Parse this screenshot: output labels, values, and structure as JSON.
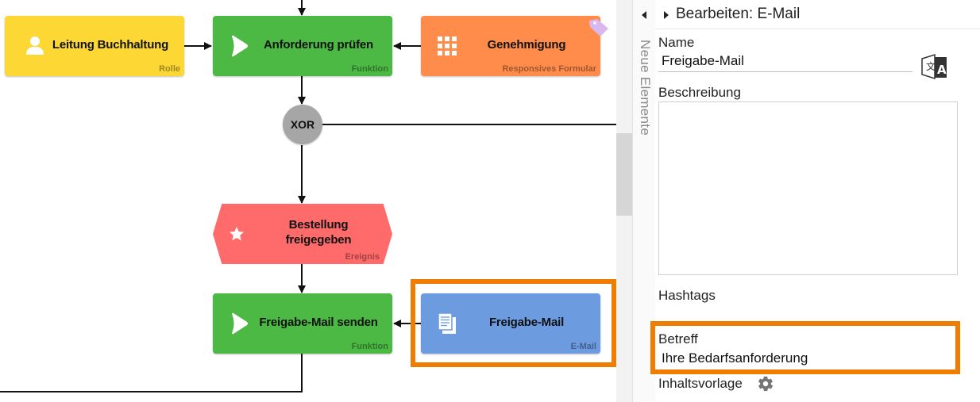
{
  "canvas": {
    "nodes": {
      "role": {
        "label": "Leitung Buchhaltung",
        "type": "Rolle",
        "icon": "person-icon",
        "color": "#fdd835"
      },
      "check": {
        "label": "Anforderung prüfen",
        "type": "Funktion",
        "icon": "play-icon",
        "color": "#4cb944"
      },
      "approval": {
        "label": "Genehmigung",
        "type": "Responsives Formular",
        "icon": "grid-icon",
        "color": "#ff8c4b"
      },
      "xor": {
        "label": "XOR",
        "color": "#a6a6a6"
      },
      "event": {
        "label_line1": "Bestellung",
        "label_line2": "freigegeben",
        "type": "Ereignis",
        "icon": "star-icon",
        "color": "#ff6b6b"
      },
      "send": {
        "label": "Freigabe-Mail senden",
        "type": "Funktion",
        "icon": "play-icon",
        "color": "#4cb944"
      },
      "email": {
        "label": "Freigabe-Mail",
        "type": "E-Mail",
        "icon": "document-icon",
        "color": "#6c9be0"
      }
    },
    "highlight_color": "#ef7d00"
  },
  "sidebar_strip": {
    "label": "Neue Elemente",
    "collapse_icon": "caret-left-icon"
  },
  "panel": {
    "header": {
      "title": "Bearbeiten: E-Mail",
      "icon": "caret-right-icon"
    },
    "name": {
      "label": "Name",
      "value": "Freigabe-Mail",
      "translate_icon": "translate-icon"
    },
    "description": {
      "label": "Beschreibung",
      "value": ""
    },
    "hashtags": {
      "label": "Hashtags"
    },
    "subject": {
      "label": "Betreff",
      "value": "Ihre Bedarfsanforderung"
    },
    "template": {
      "label": "Inhaltsvorlage",
      "icon": "gear-icon"
    }
  }
}
